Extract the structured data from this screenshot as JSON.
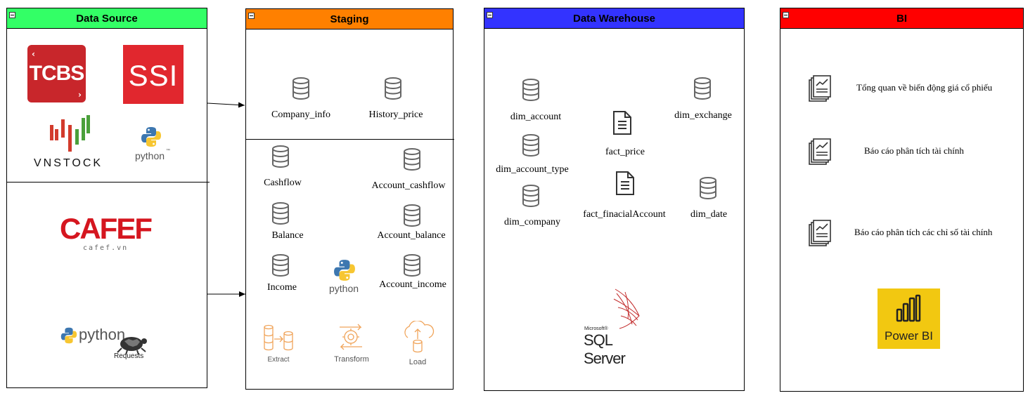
{
  "panels": {
    "data_source": {
      "title": "Data Source",
      "color": "#33ff66"
    },
    "staging": {
      "title": "Staging",
      "color": "#ff8000"
    },
    "warehouse": {
      "title": "Data Warehouse",
      "color": "#3333ff"
    },
    "bi": {
      "title": "BI",
      "color": "#ff0000"
    }
  },
  "data_source": {
    "tcbs": "TCBS",
    "ssi": "SSI",
    "vnstock": "VNSTOCK",
    "python": "python",
    "python_tm": "™",
    "cafef": "CafeF",
    "cafef_sub": "cafef.vn",
    "requests_python": "python",
    "requests_label": "Requests"
  },
  "staging": {
    "company_info": "Company_info",
    "history_price": "History_price",
    "cashflow": "Cashflow",
    "account_cashflow": "Account_cashflow",
    "balance": "Balance",
    "account_balance": "Account_balance",
    "income": "Income",
    "account_income": "Account_income",
    "python": "python",
    "extract": "Extract",
    "transform": "Transform",
    "load": "Load"
  },
  "warehouse": {
    "dim_account": "dim_account",
    "dim_account_type": "dim_account_type",
    "dim_company": "dim_company",
    "fact_price": "fact_price",
    "fact_finacial_account": "fact_finacialAccount",
    "dim_exchange": "dim_exchange",
    "dim_date": "dim_date",
    "sql_microsoft": "Microsoft®",
    "sql_server": "SQL Server"
  },
  "bi": {
    "report1": "Tổng quan về biến động giá cổ phiếu",
    "report2": "Báo cáo phân tích tài chính",
    "report3": "Báo cáo phân tích các chỉ số tài chính",
    "powerbi": "Power BI"
  }
}
